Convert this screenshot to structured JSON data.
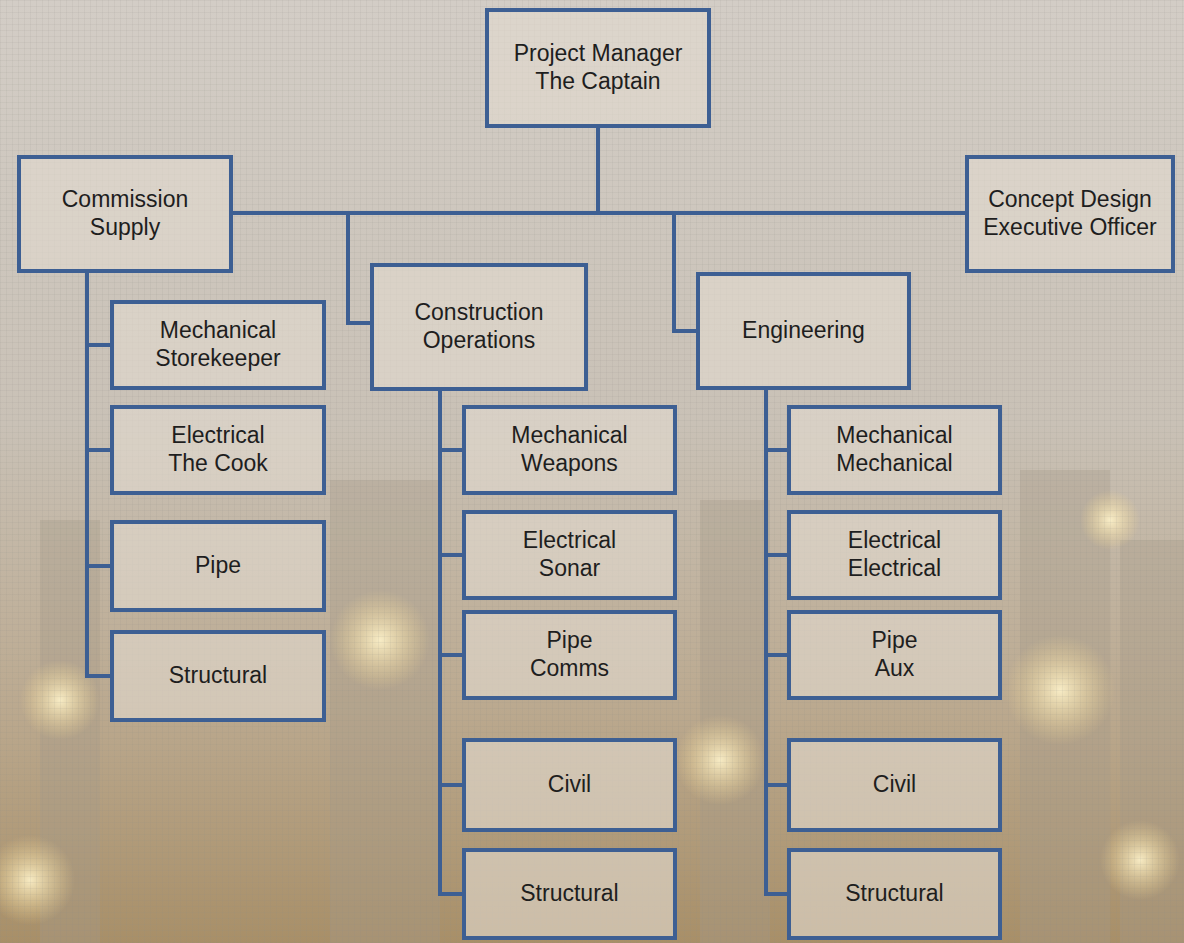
{
  "diagram": {
    "nodes": [
      {
        "text": [
          "Project Manager",
          "The Captain"
        ]
      },
      {
        "text": [
          "Commission",
          "Supply"
        ]
      },
      {
        "text": [
          "Concept Design",
          "Executive Officer"
        ]
      },
      {
        "text": [
          "Construction",
          "Operations"
        ]
      },
      {
        "text": [
          "Engineering"
        ]
      },
      {
        "text": [
          "Mechanical",
          "Storekeeper"
        ]
      },
      {
        "text": [
          "Electrical",
          "The Cook"
        ]
      },
      {
        "text": [
          "Pipe"
        ]
      },
      {
        "text": [
          "Structural"
        ]
      },
      {
        "text": [
          "Mechanical",
          "Weapons"
        ]
      },
      {
        "text": [
          "Electrical",
          "Sonar"
        ]
      },
      {
        "text": [
          "Pipe",
          "Comms"
        ]
      },
      {
        "text": [
          "Civil"
        ]
      },
      {
        "text": [
          "Structural"
        ]
      },
      {
        "text": [
          "Mechanical",
          "Mechanical"
        ]
      },
      {
        "text": [
          "Electrical",
          "Electrical"
        ]
      },
      {
        "text": [
          "Pipe",
          "Aux"
        ]
      },
      {
        "text": [
          "Civil"
        ]
      },
      {
        "text": [
          "Structural"
        ]
      }
    ],
    "edges": [
      {
        "from": 0,
        "to": 1,
        "arrow": "none"
      },
      {
        "from": 0,
        "to": 2,
        "arrow": "none"
      },
      {
        "from": 0,
        "to": 3,
        "arrow": "none"
      },
      {
        "from": 0,
        "to": 4,
        "arrow": "none"
      },
      {
        "from": 1,
        "to": 5,
        "arrow": "none"
      },
      {
        "from": 1,
        "to": 6,
        "arrow": "none"
      },
      {
        "from": 1,
        "to": 7,
        "arrow": "none"
      },
      {
        "from": 1,
        "to": 8,
        "arrow": "none"
      },
      {
        "from": 3,
        "to": 9,
        "arrow": "none"
      },
      {
        "from": 3,
        "to": 10,
        "arrow": "none"
      },
      {
        "from": 3,
        "to": 11,
        "arrow": "none"
      },
      {
        "from": 3,
        "to": 12,
        "arrow": "none"
      },
      {
        "from": 3,
        "to": 13,
        "arrow": "none"
      },
      {
        "from": 4,
        "to": 14,
        "arrow": "none"
      },
      {
        "from": 4,
        "to": 15,
        "arrow": "none"
      },
      {
        "from": 4,
        "to": 16,
        "arrow": "none"
      },
      {
        "from": 4,
        "to": 17,
        "arrow": "none"
      },
      {
        "from": 4,
        "to": 18,
        "arrow": "none"
      }
    ]
  }
}
